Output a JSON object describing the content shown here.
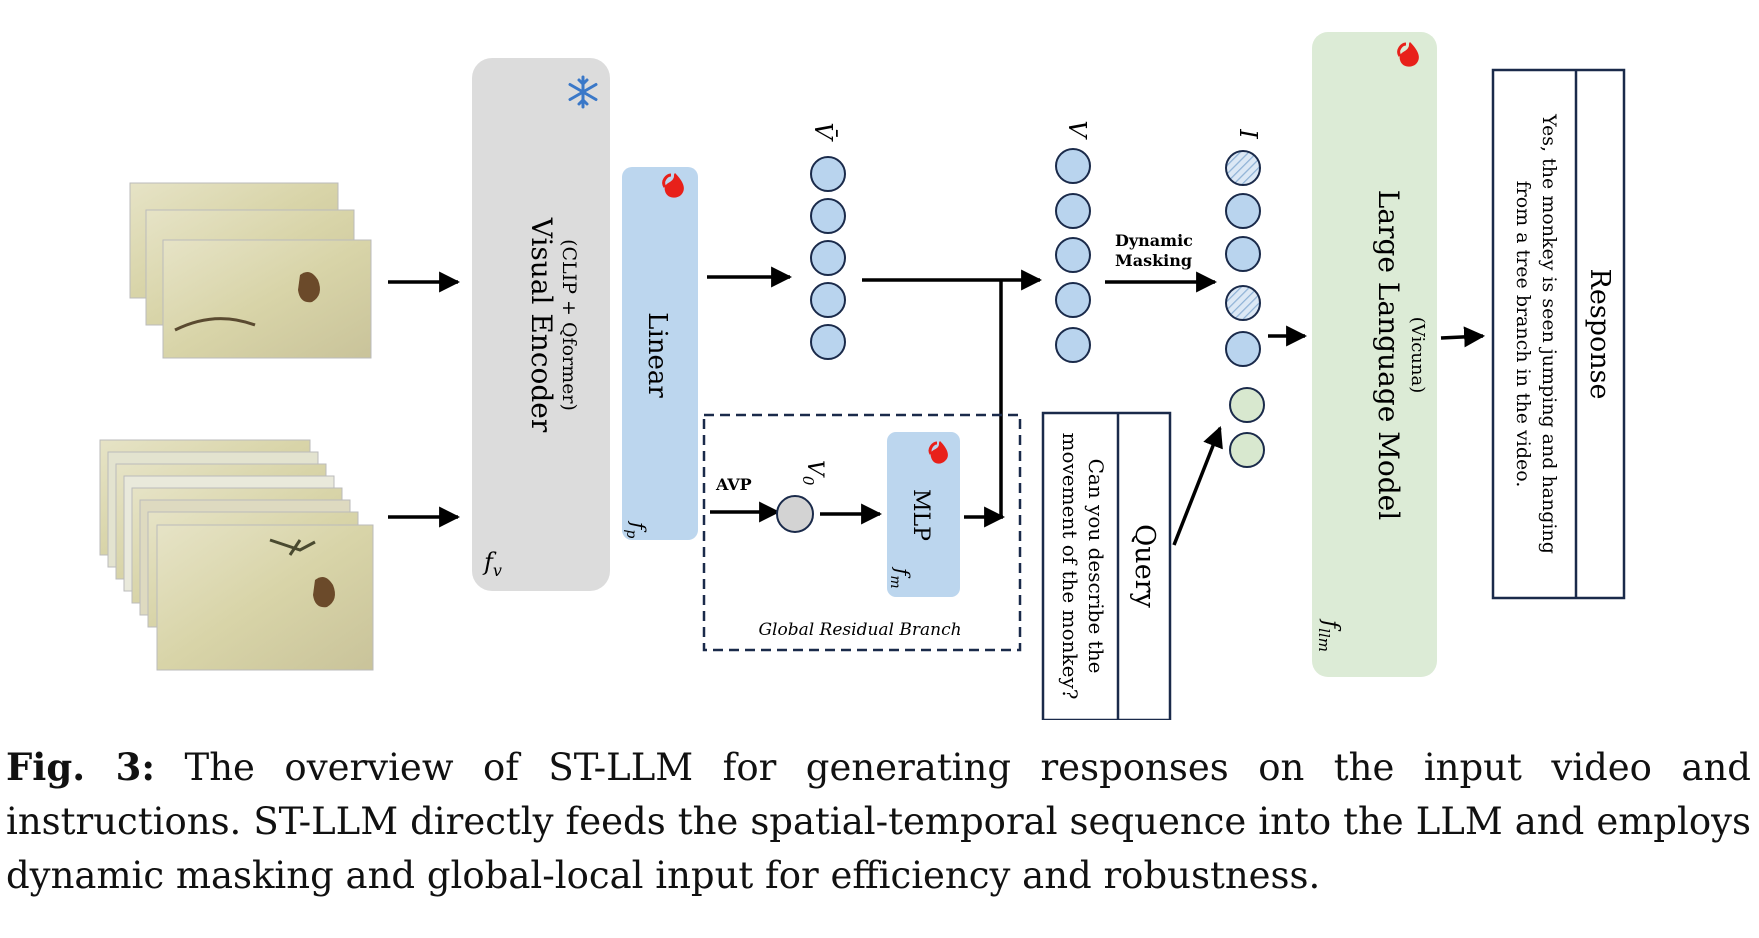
{
  "figure": {
    "visual_encoder": {
      "title": "Visual Encoder",
      "subtitle": "(CLIP + Qformer)",
      "symbol": "f",
      "sub": "v",
      "icon": "snowflake-icon",
      "color": "#dcdcdc"
    },
    "linear": {
      "title": "Linear",
      "symbol": "f",
      "sub": "p",
      "icon": "flame-icon",
      "color": "#bcd6ee"
    },
    "mlp": {
      "title": "MLP",
      "symbol": "f",
      "sub": "m",
      "icon": "flame-icon",
      "color": "#bcd6ee"
    },
    "llm": {
      "title": "Large Language Model",
      "subtitle": "(Vicuna)",
      "symbol": "f",
      "sub": "llm",
      "icon": "flame-icon",
      "color": "#dcebd6"
    },
    "labels": {
      "v_bar": "V̄",
      "v": "V",
      "i": "I",
      "v0": "V",
      "v0_sub": "0",
      "avp": "AVP",
      "dynamic": "Dynamic",
      "masking": "Masking",
      "global_branch": "Global Residual Branch"
    },
    "query": {
      "title": "Query",
      "line1": "Can you describe the",
      "line2": "movement of the monkey?"
    },
    "response": {
      "title": "Response",
      "line1": "Yes, the monkey is seen jumping and hanging",
      "line2": "from a tree branch in the video."
    },
    "token_colors": {
      "visual": "#b9d4ee",
      "masked": "#cfe0f2",
      "text": "#d8e8cf",
      "avp": "#d3d3d3"
    }
  },
  "caption": {
    "label": "Fig. 3:",
    "text": "The overview of ST-LLM for generating responses on the input video and instructions. ST-LLM directly feeds the spatial-temporal sequence into the LLM and employs dynamic masking and global-local input for efficiency and robustness."
  }
}
